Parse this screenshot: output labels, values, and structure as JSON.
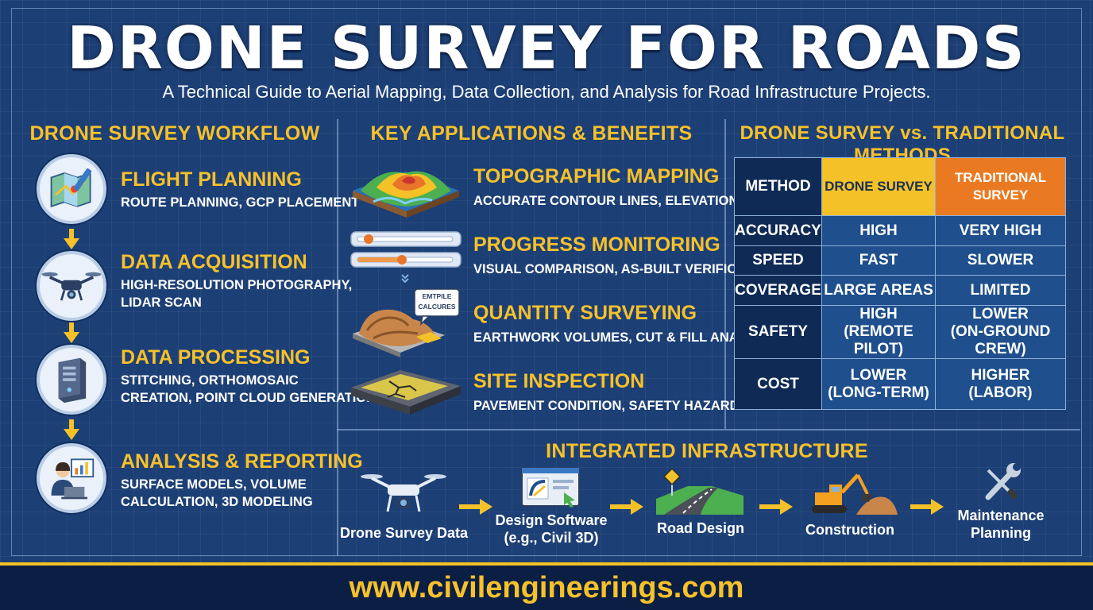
{
  "title": "DRONE SURVEY FOR ROADS",
  "subtitle": "A Technical Guide to Aerial Mapping, Data Collection, and Analysis for Road Infrastructure Projects.",
  "workflow": {
    "heading": "DRONE SURVEY WORKFLOW",
    "steps": [
      {
        "title": "FLIGHT PLANNING",
        "desc": [
          "ROUTE PLANNING, GCP PLACEMENT"
        ],
        "icon": "map-pencil-icon"
      },
      {
        "title": "DATA ACQUISITION",
        "desc": [
          "HIGH-RESOLUTION PHOTOGRAPHY,",
          "LIDAR SCAN"
        ],
        "icon": "drone-icon"
      },
      {
        "title": "DATA PROCESSING",
        "desc": [
          "STITCHING, ORTHOMOSAIC",
          "CREATION, POINT CLOUD GENERATION"
        ],
        "icon": "computer-tower-icon"
      },
      {
        "title": "ANALYSIS & REPORTING",
        "desc": [
          "SURFACE MODELS, VOLUME",
          "CALCULATION, 3D MODELING"
        ],
        "icon": "analyst-laptop-icon"
      }
    ]
  },
  "applications": {
    "heading": "KEY APPLICATIONS & BENEFITS",
    "items": [
      {
        "title": "TOPOGRAPHIC MAPPING",
        "desc": "ACCURATE CONTOUR LINES, ELEVATION DATA",
        "icon": "terrain-map-icon"
      },
      {
        "title": "PROGRESS MONITORING",
        "desc": "VISUAL COMPARISON, AS-BUILT VERIFICATION",
        "icon": "progress-sliders-icon"
      },
      {
        "title": "QUANTITY SURVEYING",
        "desc": "EARTHWORK VOLUMES, CUT & FILL ANALYSIS",
        "icon": "earthwork-pile-icon",
        "callout": [
          "EMTPILE",
          "CALCURES"
        ]
      },
      {
        "title": "SITE INSPECTION",
        "desc": "PAVEMENT CONDITION, SAFETY HAZARDS",
        "icon": "cracked-pavement-icon"
      }
    ]
  },
  "comparison": {
    "heading": "DRONE SURVEY vs. TRADITIONAL METHODS",
    "headers": [
      "METHOD",
      "DRONE SURVEY",
      "TRADITIONAL SURVEY"
    ],
    "rows": [
      {
        "method": "ACCURACY",
        "drone": [
          "HIGH"
        ],
        "traditional": [
          "VERY HIGH"
        ]
      },
      {
        "method": "SPEED",
        "drone": [
          "FAST"
        ],
        "traditional": [
          "SLOWER"
        ]
      },
      {
        "method": "COVERAGE",
        "drone": [
          "LARGE AREAS"
        ],
        "traditional": [
          "LIMITED"
        ]
      },
      {
        "method": "SAFETY",
        "drone": [
          "HIGH",
          "(REMOTE PILOT)"
        ],
        "traditional": [
          "LOWER",
          "(ON-GROUND CREW)"
        ]
      },
      {
        "method": "COST",
        "drone": [
          "LOWER",
          "(LONG-TERM)"
        ],
        "traditional": [
          "HIGHER",
          "(LABOR)"
        ]
      }
    ]
  },
  "integrated": {
    "heading": "INTEGRATED INFRASTRUCTURE",
    "steps": [
      {
        "label": [
          "Drone Survey Data"
        ],
        "icon": "drone-camera-icon"
      },
      {
        "label": [
          "Design Software",
          "(e.g., Civil 3D)"
        ],
        "icon": "design-software-icon"
      },
      {
        "label": [
          "Road Design"
        ],
        "icon": "road-icon"
      },
      {
        "label": [
          "Construction"
        ],
        "icon": "excavator-icon"
      },
      {
        "label": [
          "Maintenance",
          "Planning"
        ],
        "icon": "wrench-screwdriver-icon"
      }
    ]
  },
  "footer": {
    "url": "www.civilengineerings.com"
  },
  "colors": {
    "accent": "#f7c12a",
    "background": "#1c3f75",
    "traditional_header": "#ea7a22",
    "drone_header": "#f4c228"
  }
}
